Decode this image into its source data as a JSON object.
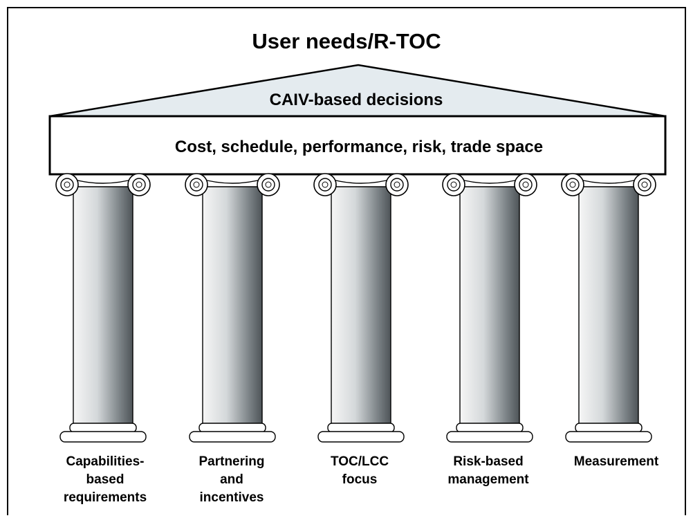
{
  "diagram": {
    "title": "User needs/R-TOC",
    "pediment_label": "CAIV-based decisions",
    "entablature_label": "Cost, schedule, performance, risk, trade space",
    "pillars": [
      {
        "label": "Capabilities-\nbased\nrequirements"
      },
      {
        "label": "Partnering\nand\nincentives"
      },
      {
        "label": "TOC/LCC\nfocus"
      },
      {
        "label": "Risk-based\nmanagement"
      },
      {
        "label": "Measurement"
      }
    ]
  },
  "colors": {
    "stroke": "#000000",
    "pediment_fill": "#e4ebef",
    "entablature_fill": "#ffffff",
    "column_light": "#f4f4f4",
    "column_dark": "#4e5458"
  }
}
